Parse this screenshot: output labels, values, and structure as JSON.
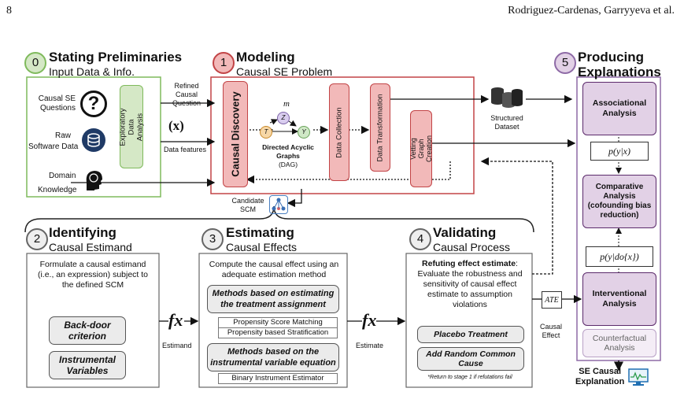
{
  "header": {
    "page_number": "8",
    "authors": "Rodriguez-Cardenas, Garryyeva et al."
  },
  "stage0": {
    "num": "0",
    "title": "Stating Preliminaries",
    "subtitle": "Input Data & Info."
  },
  "inputs": {
    "q": "Causal SE\nQuestions",
    "raw1": "Raw",
    "raw2": "Software Data",
    "dom1": "Domain",
    "dom2": "Knowledge"
  },
  "eda": "Exploratory Data\nAnalysis",
  "arrows": {
    "refined": "Refined\nCausal\nQuestion",
    "xsym": "(x)",
    "features": "Data features",
    "candidate": "Candidate\nSCM",
    "estimand": "Estimand",
    "estimate": "Estimate",
    "causal_effect": "Causal\nEffect",
    "structured": "Structured\nDataset"
  },
  "stage1": {
    "num": "1",
    "title": "Modeling",
    "subtitle": "Causal SE Problem"
  },
  "modeling": {
    "discovery": "Causal Discovery",
    "dag_m": "m",
    "dag_z": "Z",
    "dag_t": "T",
    "dag_y": "Y",
    "dag_label_1": "Directed Acyclic",
    "dag_label_2": "Graphs",
    "dag_label_3": "(DAG)",
    "collection": "Data Collection",
    "transformation": "Data Transformation",
    "vetting": "Vetting Graph\nCreation"
  },
  "stage2": {
    "num": "2",
    "title": "Identifying",
    "subtitle": "Causal Estimand",
    "desc": "Formulate a causal estimand (i.e., an expression) subject to the defined SCM",
    "backdoor": "Back-door\ncriterion",
    "instrumental": "Instrumental\nVariables"
  },
  "stage3": {
    "num": "3",
    "title": "Estimating",
    "subtitle": "Causal Effects",
    "desc": "Compute the causal effect using an adequate estimation method",
    "m1": "Methods based on estimating the treatment assignment",
    "psm": "Propensity Score Matching",
    "psbs": "Propensity based Stratification",
    "m2": "Methods based on the instrumental variable equation",
    "bie": "Binary Instrument Estimator"
  },
  "stage4": {
    "num": "4",
    "title": "Validating",
    "subtitle": "Causal Process",
    "desc_bold": "Refuting effect estimate",
    "desc": ": Evaluate the robustness and sensitivity of causal effect estimate to assumption violations",
    "placebo": "Placebo Treatment",
    "random": "Add Random Common\nCause",
    "note": "*Return to stage 1 if refutations fail"
  },
  "fx": "fx",
  "ate": "ATE",
  "stage5": {
    "num": "5",
    "title": "Producing\nExplanations",
    "assoc": "Associational\nAnalysis",
    "pyx": "p(y|x)",
    "comp": "Comparative\nAnalysis\n(cofounding bias\nreduction)",
    "pydo": "p(y|do{x})",
    "interv": "Interventional\nAnalysis",
    "counter": "Counterfactual\nAnalysis",
    "out": "SE Causal\nExplanation"
  },
  "colors": {
    "green": "#7fba5c",
    "green_fill": "#d5e8c6",
    "red": "#c24446",
    "red_fill": "#f2b9b9",
    "purple": "#8e6aa6",
    "purple_fill": "#e2d1e6",
    "grey": "#ebebeb"
  }
}
